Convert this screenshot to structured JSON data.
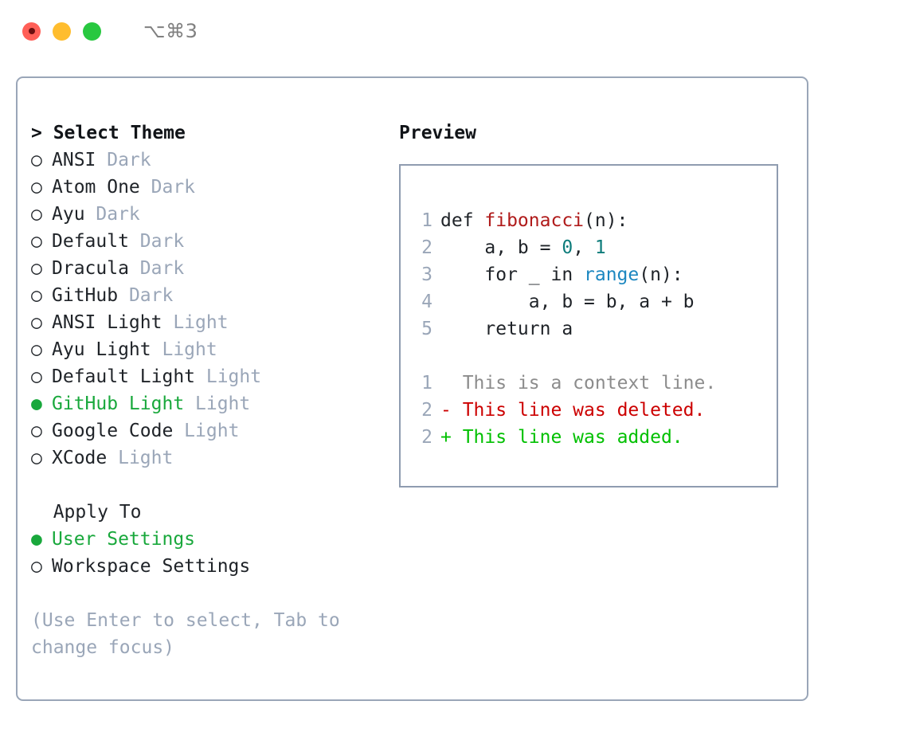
{
  "titlebar": {
    "shortcut": "⌥⌘3",
    "lights": [
      "close",
      "minimize",
      "zoom"
    ]
  },
  "theme_picker": {
    "header": "> Select Theme",
    "items": [
      {
        "selected": false,
        "bullet": "○",
        "name": "ANSI",
        "tag": "Dark"
      },
      {
        "selected": false,
        "bullet": "○",
        "name": "Atom One",
        "tag": "Dark"
      },
      {
        "selected": false,
        "bullet": "○",
        "name": "Ayu",
        "tag": "Dark"
      },
      {
        "selected": false,
        "bullet": "○",
        "name": "Default",
        "tag": "Dark"
      },
      {
        "selected": false,
        "bullet": "○",
        "name": "Dracula",
        "tag": "Dark"
      },
      {
        "selected": false,
        "bullet": "○",
        "name": "GitHub",
        "tag": "Dark"
      },
      {
        "selected": false,
        "bullet": "○",
        "name": "ANSI Light",
        "tag": "Light"
      },
      {
        "selected": false,
        "bullet": "○",
        "name": "Ayu Light",
        "tag": "Light"
      },
      {
        "selected": false,
        "bullet": "○",
        "name": "Default Light",
        "tag": "Light"
      },
      {
        "selected": true,
        "bullet": "●",
        "name": "GitHub Light",
        "tag": "Light"
      },
      {
        "selected": false,
        "bullet": "○",
        "name": "Google Code",
        "tag": "Light"
      },
      {
        "selected": false,
        "bullet": "○",
        "name": "XCode",
        "tag": "Light"
      }
    ]
  },
  "apply_to": {
    "header": "  Apply To",
    "options": [
      {
        "selected": true,
        "bullet": "●",
        "label": "User Settings"
      },
      {
        "selected": false,
        "bullet": "○",
        "label": "Workspace Settings"
      }
    ]
  },
  "hint": "(Use Enter to select, Tab to change focus)",
  "preview": {
    "title": "Preview",
    "code_lines": [
      {
        "number": "1",
        "tokens": [
          {
            "text": "def ",
            "cls": "tok-plain"
          },
          {
            "text": "fibonacci",
            "cls": "tok-fn"
          },
          {
            "text": "(n):",
            "cls": "tok-plain"
          }
        ]
      },
      {
        "number": "2",
        "tokens": [
          {
            "text": "    a, b = ",
            "cls": "tok-plain"
          },
          {
            "text": "0",
            "cls": "tok-num"
          },
          {
            "text": ", ",
            "cls": "tok-plain"
          },
          {
            "text": "1",
            "cls": "tok-num"
          }
        ]
      },
      {
        "number": "3",
        "tokens": [
          {
            "text": "    for _ in ",
            "cls": "tok-plain"
          },
          {
            "text": "range",
            "cls": "tok-blue"
          },
          {
            "text": "(n):",
            "cls": "tok-plain"
          }
        ]
      },
      {
        "number": "4",
        "tokens": [
          {
            "text": "        a, b = b, a + b",
            "cls": "tok-plain"
          }
        ]
      },
      {
        "number": "5",
        "tokens": [
          {
            "text": "    return a",
            "cls": "tok-plain"
          }
        ]
      }
    ],
    "diff_lines": [
      {
        "number": "1",
        "marker": "  ",
        "text": "This is a context line.",
        "cls": "d-ctx"
      },
      {
        "number": "2",
        "marker": "- ",
        "text": "This line was deleted.",
        "cls": "d-del"
      },
      {
        "number": "2",
        "marker": "+ ",
        "text": "This line was added.",
        "cls": "d-add"
      }
    ]
  },
  "colors": {
    "accent_green": "#19a83c",
    "muted": "#9aa6b8",
    "diff_add": "#00c000",
    "diff_del": "#cc0000",
    "fn_red": "#b01b1b",
    "num_teal": "#0e7c7b",
    "builtin_blue": "#1c87c0",
    "light_red": "#ff5f57",
    "light_yellow": "#ffbd2e",
    "light_green": "#28c840"
  }
}
